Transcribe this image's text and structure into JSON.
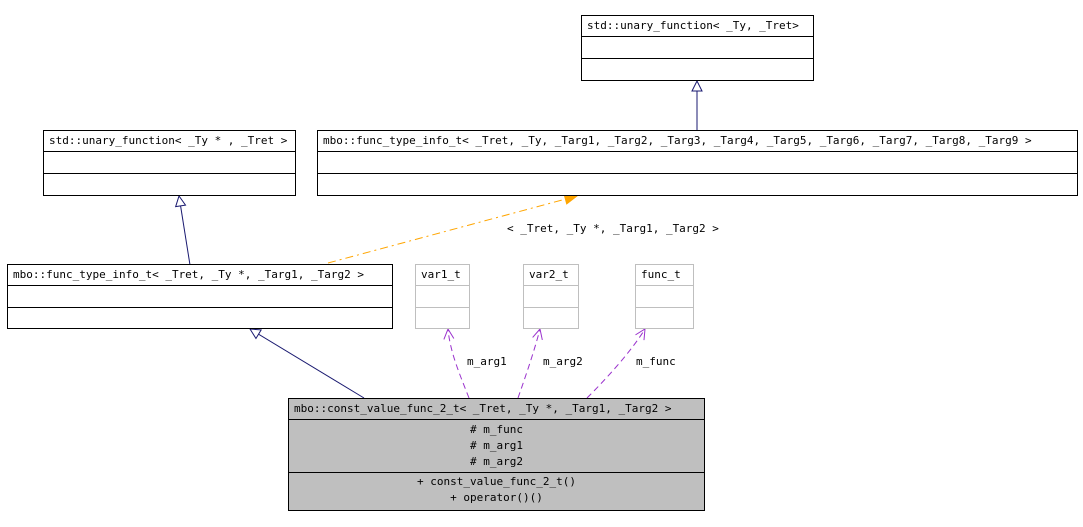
{
  "classes": {
    "std_unary_tret": {
      "title": "std::unary_function< _Ty, _Tret>",
      "attributes": [],
      "operations": []
    },
    "std_unary_typtr": {
      "title": "std::unary_function< _Ty * , _Tret >",
      "attributes": [],
      "operations": []
    },
    "func_type_info_9": {
      "title": "mbo::func_type_info_t< _Tret, _Ty, _Targ1, _Targ2, _Targ3, _Targ4, _Targ5, _Targ6, _Targ7, _Targ8, _Targ9 >",
      "attributes": [],
      "operations": []
    },
    "func_type_info_2": {
      "title": "mbo::func_type_info_t< _Tret, _Ty *, _Targ1, _Targ2 >",
      "attributes": [],
      "operations": []
    },
    "var1_t": {
      "title": "var1_t",
      "attributes": [],
      "operations": []
    },
    "var2_t": {
      "title": "var2_t",
      "attributes": [],
      "operations": []
    },
    "func_t": {
      "title": "func_t",
      "attributes": [],
      "operations": []
    },
    "const_value_func": {
      "title": "mbo::const_value_func_2_t< _Tret, _Ty *, _Targ1, _Targ2 >",
      "attributes": [
        "# m_func",
        "# m_arg1",
        "# m_arg2"
      ],
      "operations": [
        "+ const_value_func_2_t()",
        "+ operator()()"
      ]
    }
  },
  "edge_labels": {
    "template_binding": "< _Tret, _Ty *, _Targ1, _Targ2 >",
    "m_arg1": "m_arg1",
    "m_arg2": "m_arg2",
    "m_func": "m_func"
  },
  "colors": {
    "inheritance": "#191970",
    "template": "#ffa500",
    "usage": "#9a32cd",
    "focus_fill": "#bfbfbf",
    "undocumented_border": "#bfbfbf"
  }
}
